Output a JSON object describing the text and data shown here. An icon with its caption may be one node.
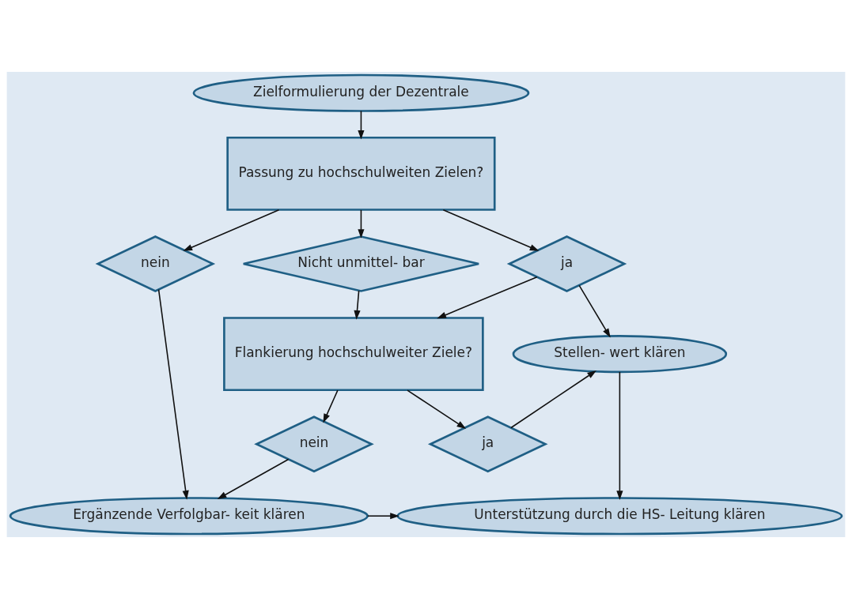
{
  "diagram": {
    "nodes": [
      {
        "text": [
          "Zielformulierung der Dezentrale"
        ]
      },
      {
        "text": [
          "Passung zu hochschulweiten Zielen?"
        ]
      },
      {
        "text": [
          "nein"
        ]
      },
      {
        "text": [
          "Nicht unmittel- bar"
        ]
      },
      {
        "text": [
          "ja"
        ]
      },
      {
        "text": [
          "Flankierung hochschulweiter Ziele?"
        ]
      },
      {
        "text": [
          "Stellen- wert klären"
        ]
      },
      {
        "text": [
          "nein"
        ]
      },
      {
        "text": [
          "ja"
        ]
      },
      {
        "text": [
          "Ergänzende Verfolgbar- keit klären"
        ]
      },
      {
        "text": [
          "Unterstützung durch die HS- Leitung klären"
        ]
      }
    ],
    "edges": [
      {
        "from": 0,
        "to": 1,
        "arrow": "to"
      },
      {
        "from": 1,
        "to": 2,
        "arrow": "to"
      },
      {
        "from": 1,
        "to": 3,
        "arrow": "to"
      },
      {
        "from": 1,
        "to": 4,
        "arrow": "to"
      },
      {
        "from": 3,
        "to": 5,
        "arrow": "to"
      },
      {
        "from": 4,
        "to": 5,
        "arrow": "to"
      },
      {
        "from": 4,
        "to": 6,
        "arrow": "to"
      },
      {
        "from": 2,
        "to": 9,
        "arrow": "to"
      },
      {
        "from": 5,
        "to": 7,
        "arrow": "to"
      },
      {
        "from": 5,
        "to": 8,
        "arrow": "to"
      },
      {
        "from": 7,
        "to": 9,
        "arrow": "to"
      },
      {
        "from": 8,
        "to": 6,
        "arrow": "to"
      },
      {
        "from": 6,
        "to": 10,
        "arrow": "to"
      },
      {
        "from": 9,
        "to": 10,
        "arrow": "to"
      }
    ]
  }
}
